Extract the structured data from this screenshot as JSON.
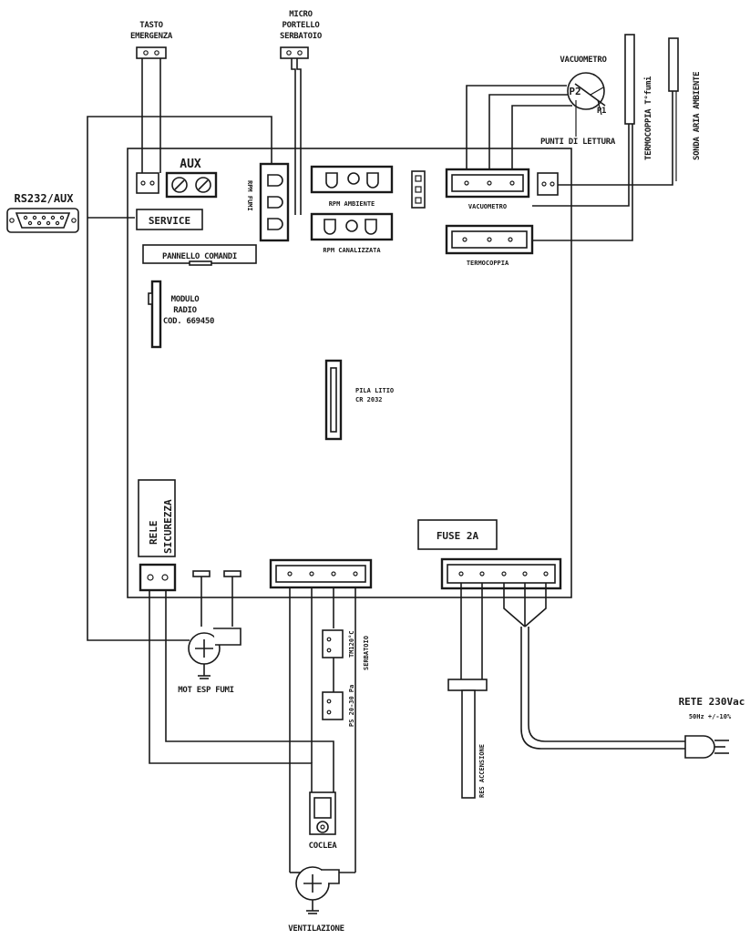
{
  "labels": {
    "tasto_emergenza_1": "TASTO",
    "tasto_emergenza_2": "EMERGENZA",
    "micro_1": "MICRO",
    "micro_2": "PORTELLO",
    "micro_3": "SERBATOIO",
    "vacuometro_gauge": "VACUOMETRO",
    "p2": "P2",
    "p1": "P1",
    "punti_lettura": "PUNTI DI LETTURA",
    "termocoppia_probe": "TERMOCOPPIA T°fumi",
    "sonda_aria": "SONDA ARIA AMBIENTE",
    "aux": "AUX",
    "rs232": "RS232/AUX",
    "service": "SERVICE",
    "rpm_fumi": "RPM FUMI",
    "rpm_ambiente": "RPM AMBIENTE",
    "rpm_canalizzata": "RPM CANALIZZATA",
    "vacuometro_conn": "VACUOMETRO",
    "termocoppia_conn": "TERMOCOPPIA",
    "pannello_comandi": "PANNELLO COMANDI",
    "modulo_1": "MODULO",
    "modulo_2": "RADIO",
    "modulo_3": "COD. 669450",
    "pila_1": "PILA LITIO",
    "pila_2": "CR 2032",
    "rele_1": "RELE",
    "rele_2": "SICUREZZA",
    "fuse": "FUSE 2A",
    "mot_esp": "MOT ESP FUMI",
    "tm": "TM120°C",
    "serbatoio": "SERBATOIO",
    "ps": "PS 20-30 Pa",
    "res_accensione": "RES ACCENSIONE",
    "rete_1": "RETE 230Vac",
    "rete_2": "50Hz +/-10%",
    "coclea": "COCLEA",
    "ventilazione": "VENTILAZIONE"
  }
}
